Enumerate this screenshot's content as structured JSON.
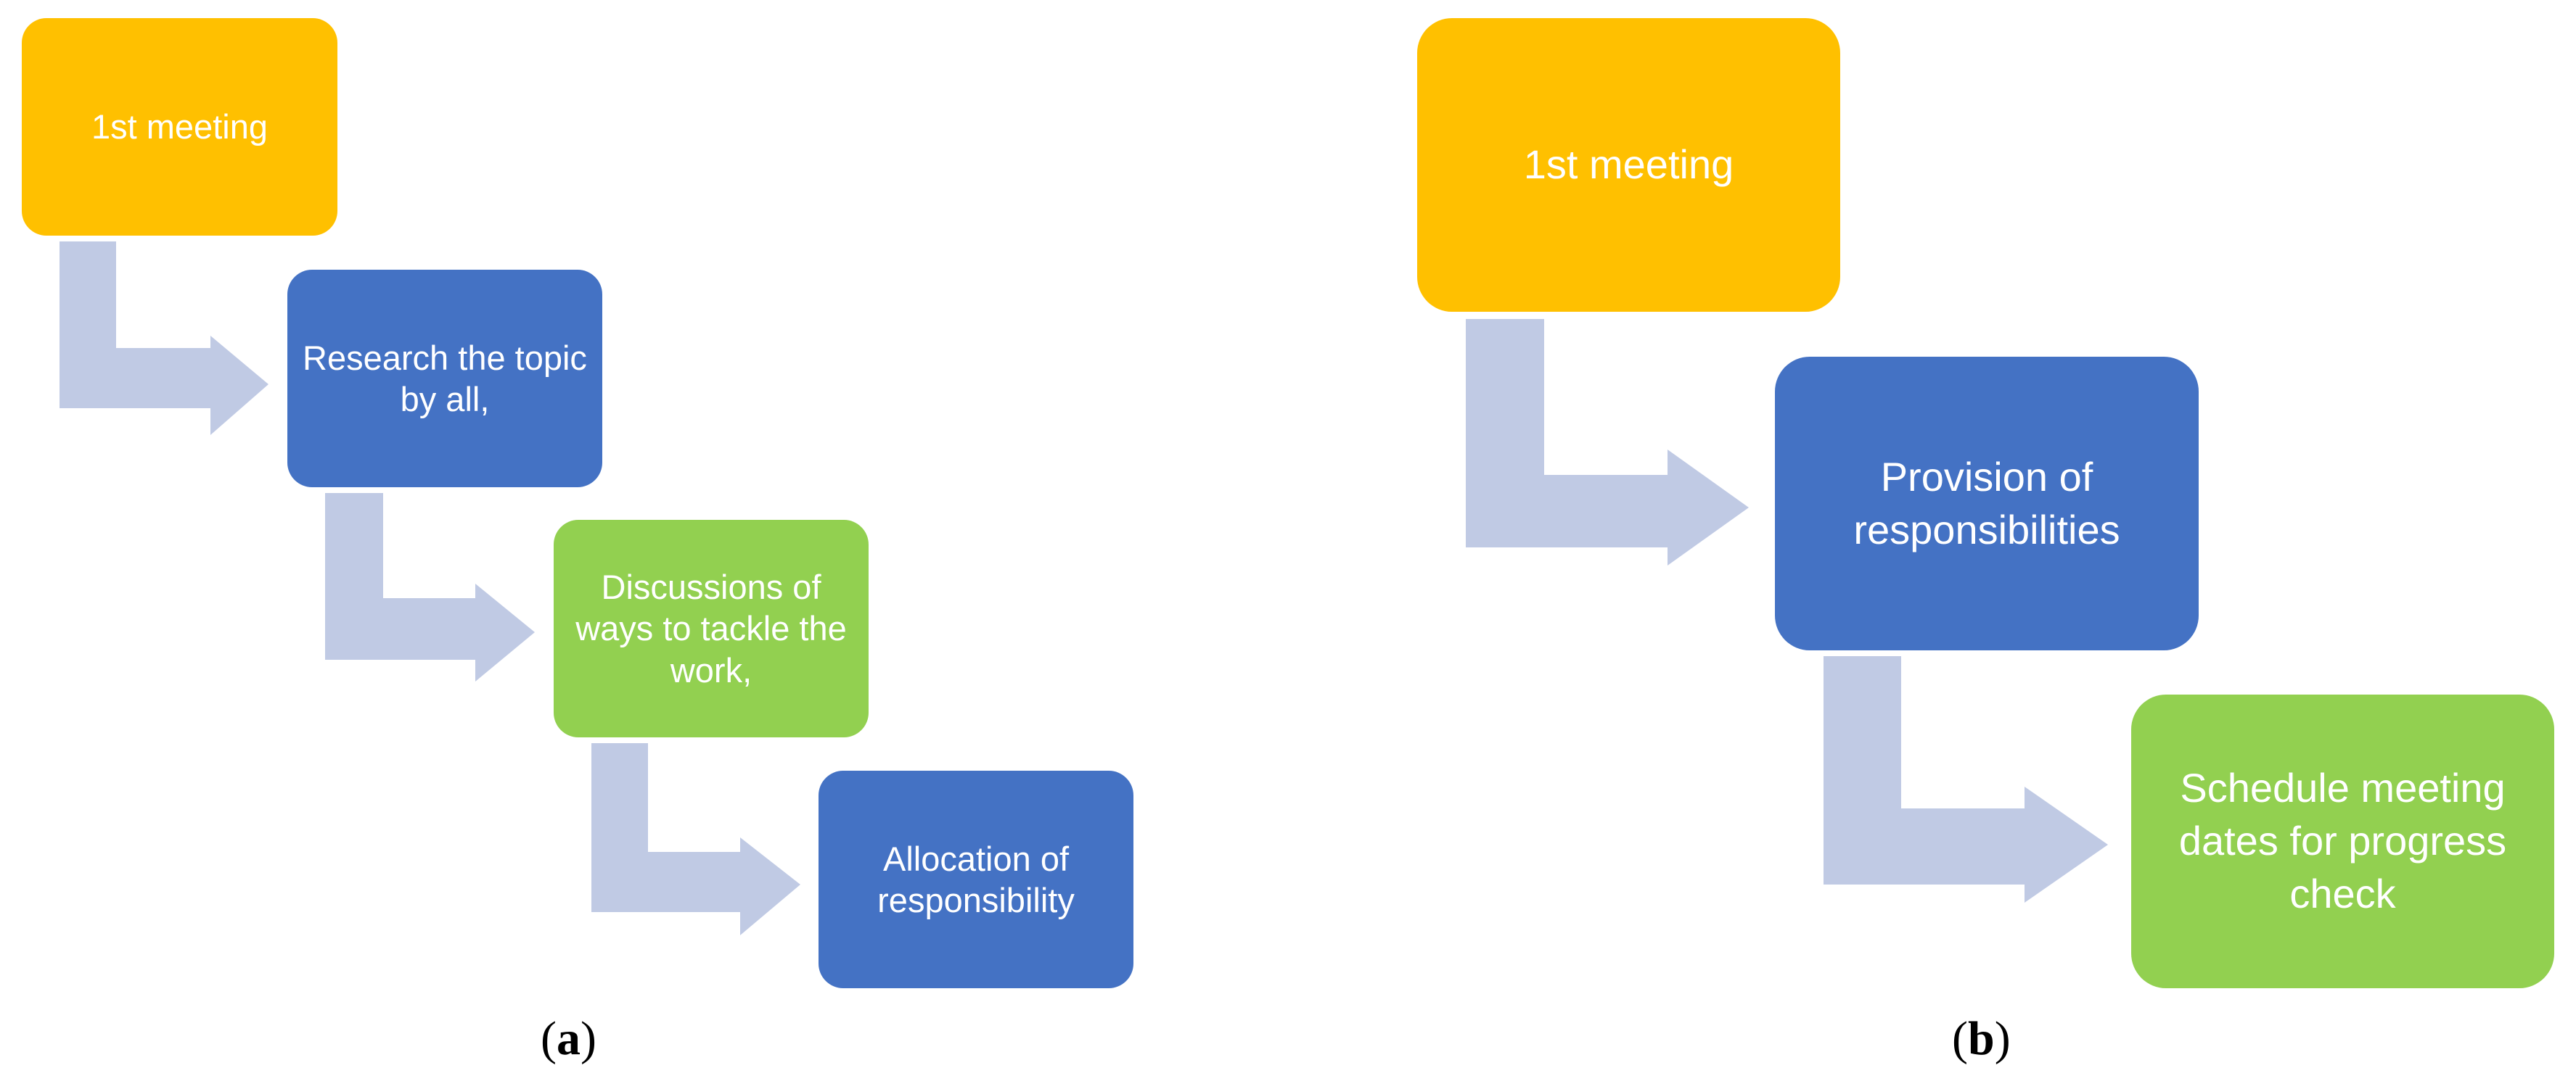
{
  "diagram_a": {
    "caption_letter": "a",
    "steps": [
      {
        "label": "1st meeting",
        "color": "#ffc000"
      },
      {
        "label": "Research the topic by all,",
        "color": "#4472c4"
      },
      {
        "label": "Discussions of ways to tackle the work,",
        "color": "#92d050"
      },
      {
        "label": "Allocation of responsibility",
        "color": "#4472c4"
      }
    ]
  },
  "diagram_b": {
    "caption_letter": "b",
    "steps": [
      {
        "label": "1st meeting",
        "color": "#ffc000"
      },
      {
        "label": "Provision of responsibilities",
        "color": "#4472c4"
      },
      {
        "label": "Schedule meeting dates for progress check",
        "color": "#92d050"
      }
    ]
  },
  "arrow_color": "#c0cae4"
}
